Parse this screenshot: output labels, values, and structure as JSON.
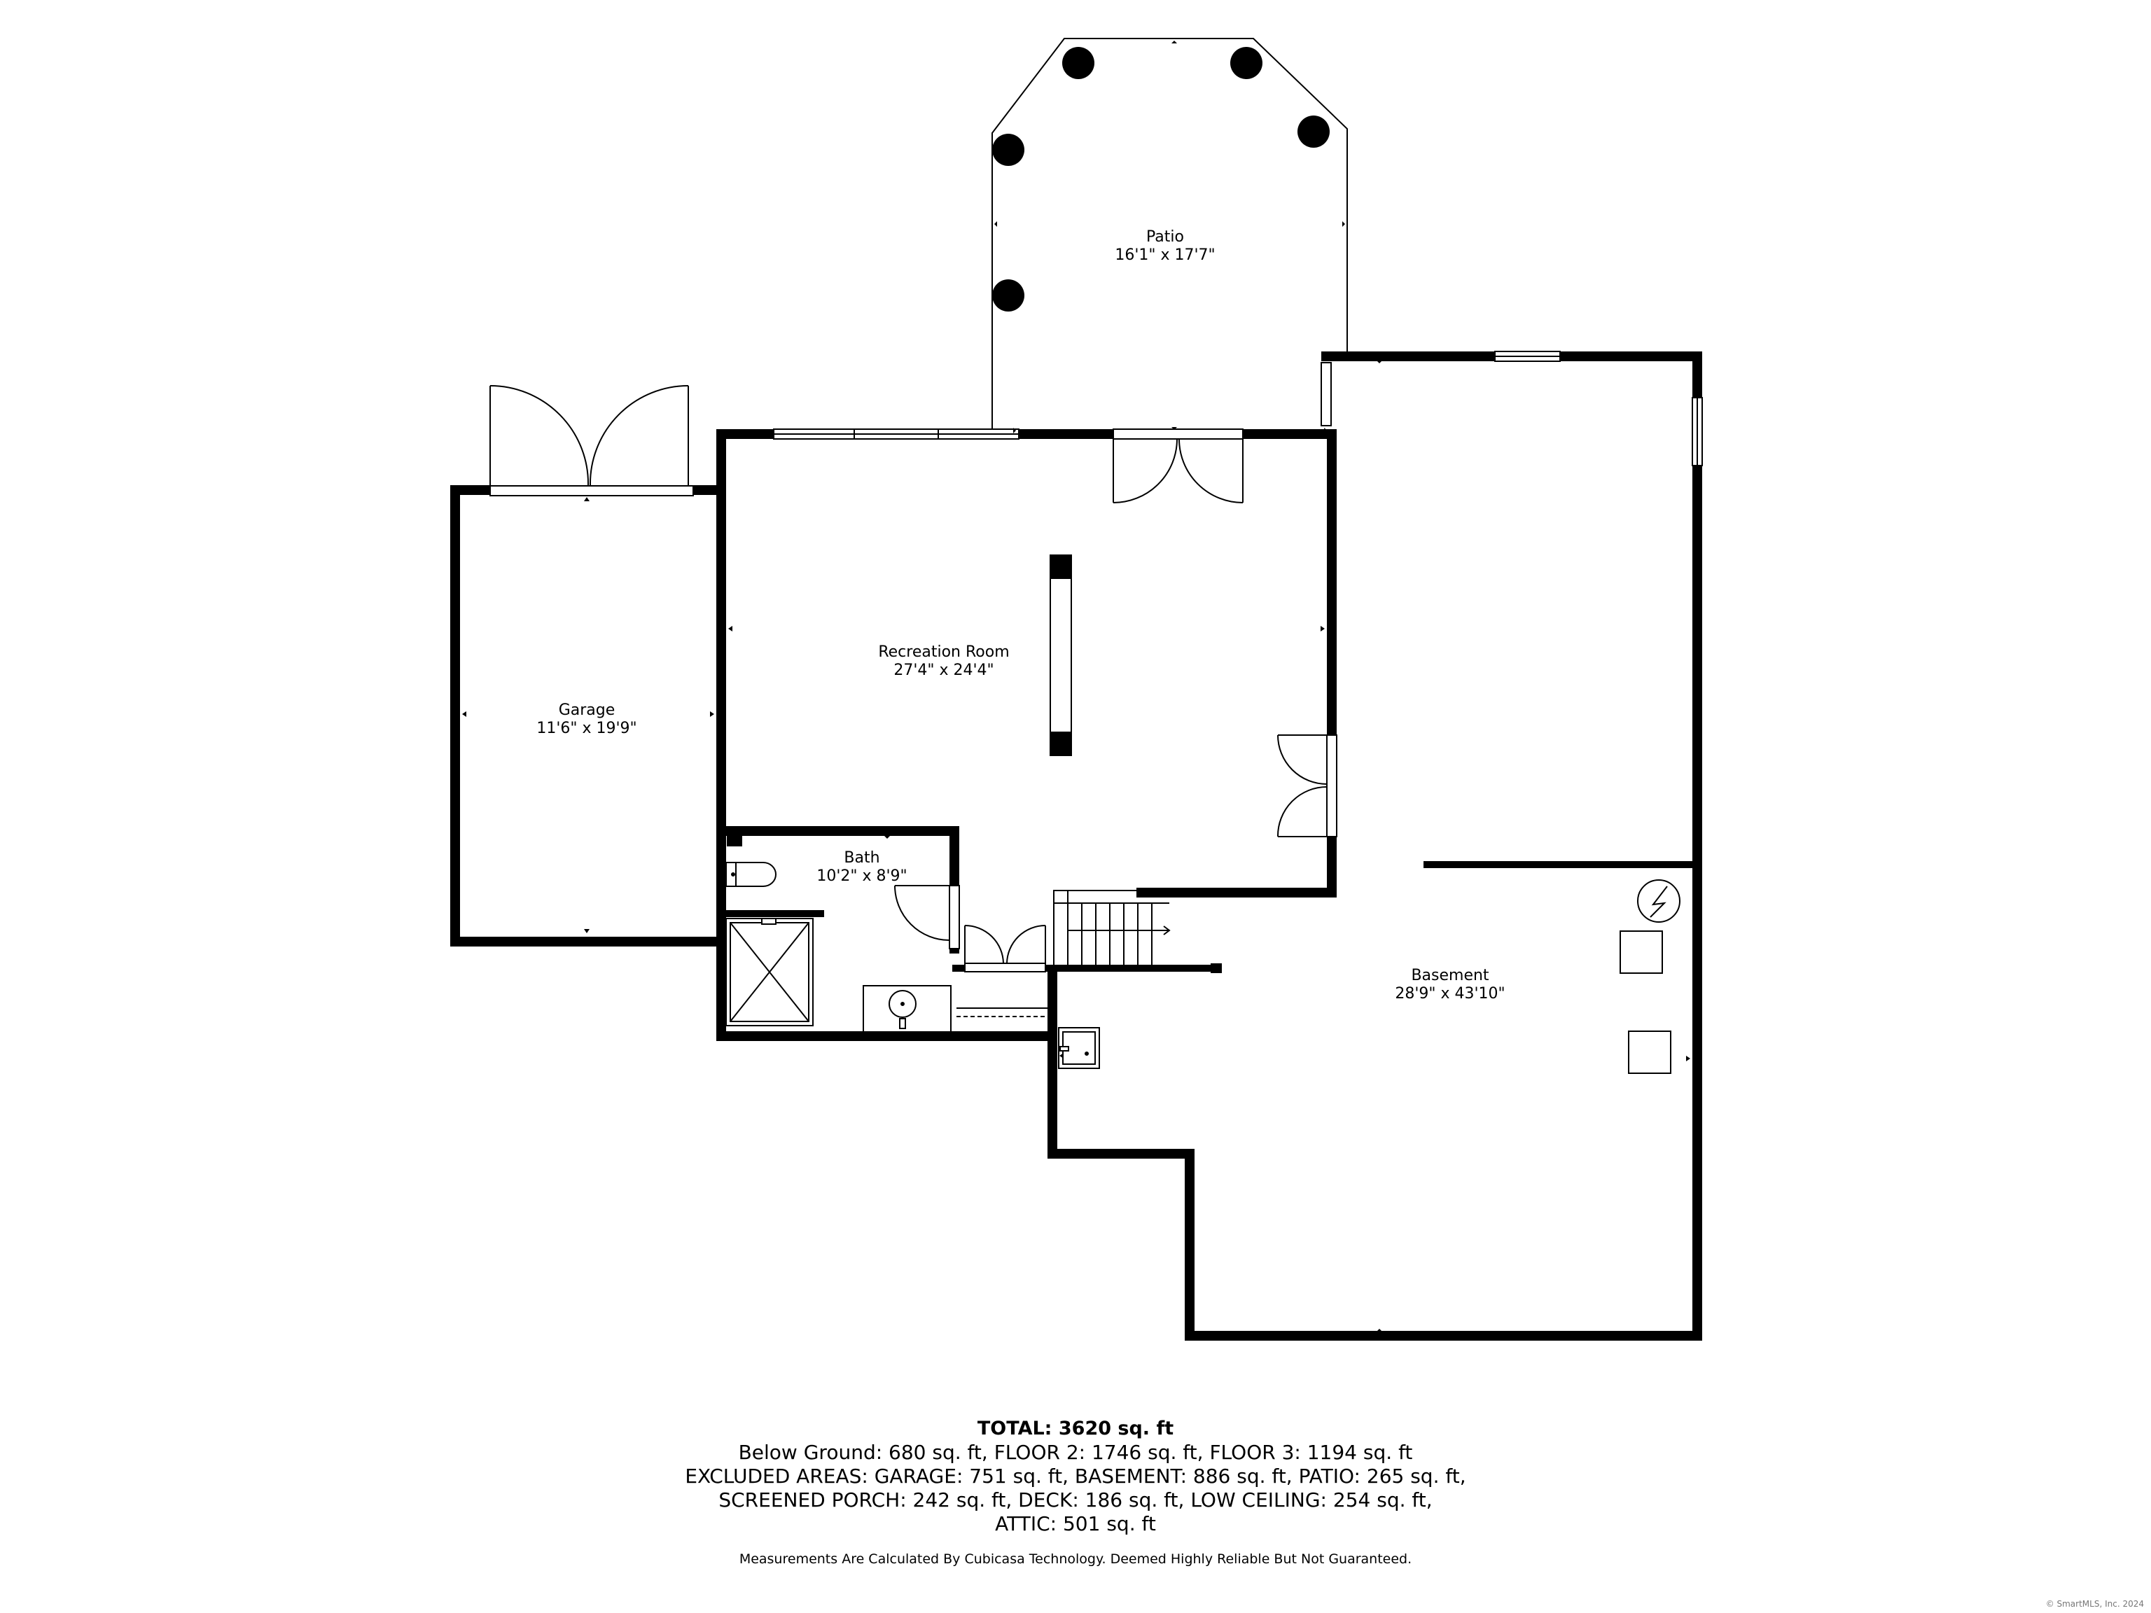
{
  "rooms": {
    "patio": {
      "name": "Patio",
      "dims": "16'1\" x 17'7\""
    },
    "recreation": {
      "name": "Recreation Room",
      "dims": "27'4\" x 24'4\""
    },
    "garage": {
      "name": "Garage",
      "dims": "11'6\" x 19'9\""
    },
    "bath": {
      "name": "Bath",
      "dims": "10'2\" x 8'9\""
    },
    "basement": {
      "name": "Basement",
      "dims": "28'9\" x 43'10\""
    }
  },
  "summary": {
    "total": "TOTAL: 3620 sq. ft",
    "lines": [
      "Below Ground: 680 sq. ft, FLOOR 2: 1746 sq. ft, FLOOR 3: 1194 sq. ft",
      "EXCLUDED AREAS: GARAGE: 751 sq. ft, BASEMENT: 886 sq. ft, PATIO: 265 sq. ft,",
      "SCREENED PORCH: 242 sq. ft, DECK: 186 sq. ft, LOW CEILING: 254 sq. ft,",
      "ATTIC: 501 sq. ft"
    ],
    "disclaimer": "Measurements Are Calculated By Cubicasa Technology. Deemed Highly Reliable But Not Guaranteed."
  },
  "copyright": "© SmartMLS, Inc. 2024"
}
